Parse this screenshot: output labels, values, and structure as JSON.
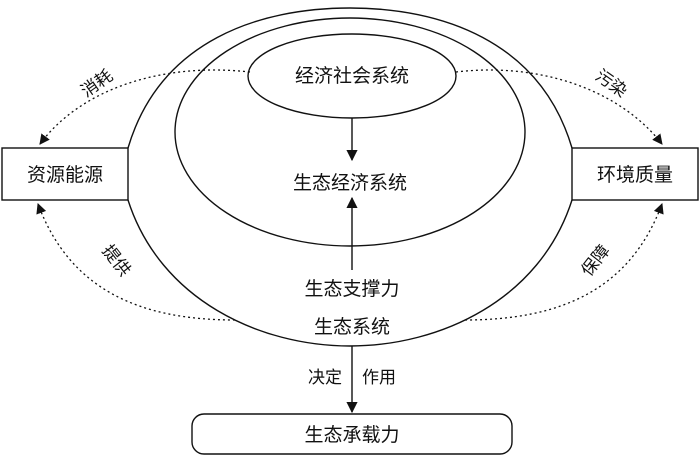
{
  "nodes": {
    "socio_economic": "经济社会系统",
    "eco_economic": "生态经济系统",
    "resources": "资源能源",
    "environment": "环境质量",
    "eco_support": "生态支撑力",
    "ecosystem": "生态系统",
    "carrying_capacity": "生态承载力"
  },
  "edges": {
    "consume": "消耗",
    "pollute": "污染",
    "provide": "提供",
    "guarantee": "保障",
    "determine": "决定",
    "effect": "作用"
  }
}
